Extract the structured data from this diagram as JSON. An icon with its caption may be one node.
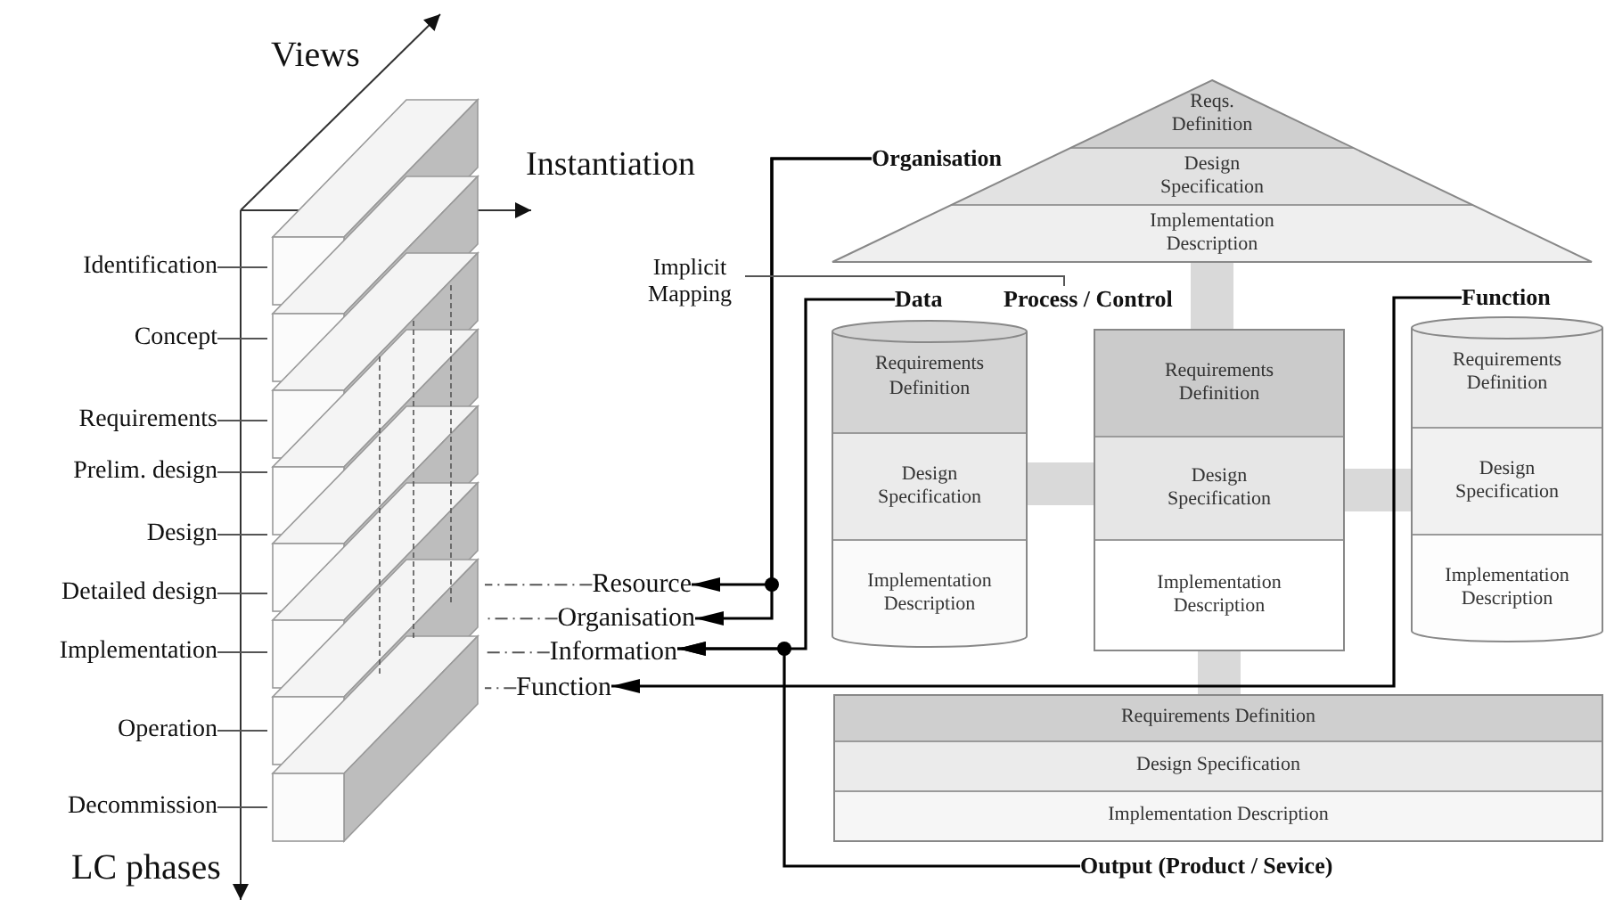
{
  "diagram": {
    "nodes": [
      {
        "text": [],
        "shape": "picture"
      },
      {
        "text": [
          "Identification"
        ]
      },
      {
        "text": [
          "Concept"
        ]
      },
      {
        "text": [
          "Requirements"
        ]
      },
      {
        "text": [
          "Prelim. design"
        ]
      },
      {
        "text": [
          "Design"
        ]
      },
      {
        "text": [
          "Detailed design"
        ]
      },
      {
        "text": [
          "Implementation"
        ]
      },
      {
        "text": [
          "Operation"
        ]
      },
      {
        "text": [
          "Decommission"
        ]
      },
      {
        "text": [
          "Resource"
        ]
      },
      {
        "text": [
          "Organisation"
        ]
      },
      {
        "text": [
          "Information"
        ]
      },
      {
        "text": [
          "Function"
        ]
      },
      {
        "text": [
          "Organisation"
        ]
      },
      {
        "text": [
          "Reqs. Definition",
          "Design Specification",
          "Implementation Description"
        ]
      },
      {
        "text": [
          "Implicit Mapping"
        ]
      },
      {
        "text": [
          "Data"
        ]
      },
      {
        "text": [
          "Process / Control"
        ]
      },
      {
        "text": [
          "Function"
        ]
      },
      {
        "text": [
          "Requirements Definition",
          "Design Specification",
          "Implementation Description"
        ]
      },
      {
        "text": [
          "Requirements Definition",
          "Design Specification",
          "Implementation Description"
        ]
      },
      {
        "text": [
          "Requirements Definition",
          "Design Specification",
          "Implementation Description"
        ]
      },
      {
        "text": [
          "Requirements Definition",
          "Design Specification",
          "Implementation Description"
        ]
      },
      {
        "text": [
          "Output (Product / Sevice)"
        ]
      }
    ],
    "edges": [
      {
        "from": 1,
        "to": 0,
        "arrow": "none"
      },
      {
        "from": 2,
        "to": 0,
        "arrow": "none"
      },
      {
        "from": 3,
        "to": 0,
        "arrow": "none"
      },
      {
        "from": 4,
        "to": 0,
        "arrow": "none"
      },
      {
        "from": 5,
        "to": 0,
        "arrow": "none"
      },
      {
        "from": 6,
        "to": 0,
        "arrow": "none"
      },
      {
        "from": 7,
        "to": 0,
        "arrow": "none"
      },
      {
        "from": 8,
        "to": 0,
        "arrow": "none"
      },
      {
        "from": 9,
        "to": 0,
        "arrow": "none"
      },
      {
        "from": 10,
        "to": 0,
        "arrow": "none",
        "style": "dashed"
      },
      {
        "from": 11,
        "to": 0,
        "arrow": "none",
        "style": "dashed"
      },
      {
        "from": 12,
        "to": 0,
        "arrow": "none",
        "style": "dashed"
      },
      {
        "from": 13,
        "to": 0,
        "arrow": "none",
        "style": "dashed"
      },
      {
        "from": 14,
        "to": 10,
        "arrow": "to"
      },
      {
        "from": 14,
        "to": 11,
        "arrow": "to"
      },
      {
        "from": 17,
        "to": 12,
        "arrow": "to"
      },
      {
        "from": 24,
        "to": 12,
        "arrow": "to"
      },
      {
        "from": 19,
        "to": 13,
        "arrow": "to"
      },
      {
        "from": 16,
        "to": 18,
        "arrow": "none"
      },
      {
        "from": 15,
        "to": 21,
        "arrow": "none",
        "style": "thick",
        "color": "#d9d9d9"
      },
      {
        "from": 20,
        "to": 21,
        "arrow": "none",
        "style": "thick",
        "color": "#d9d9d9"
      },
      {
        "from": 21,
        "to": 22,
        "arrow": "none",
        "style": "thick",
        "color": "#d9d9d9"
      },
      {
        "from": 21,
        "to": 23,
        "arrow": "none",
        "style": "thick",
        "color": "#d9d9d9"
      }
    ],
    "labels": [
      "Views",
      "Instantiation",
      "LC phases"
    ]
  }
}
